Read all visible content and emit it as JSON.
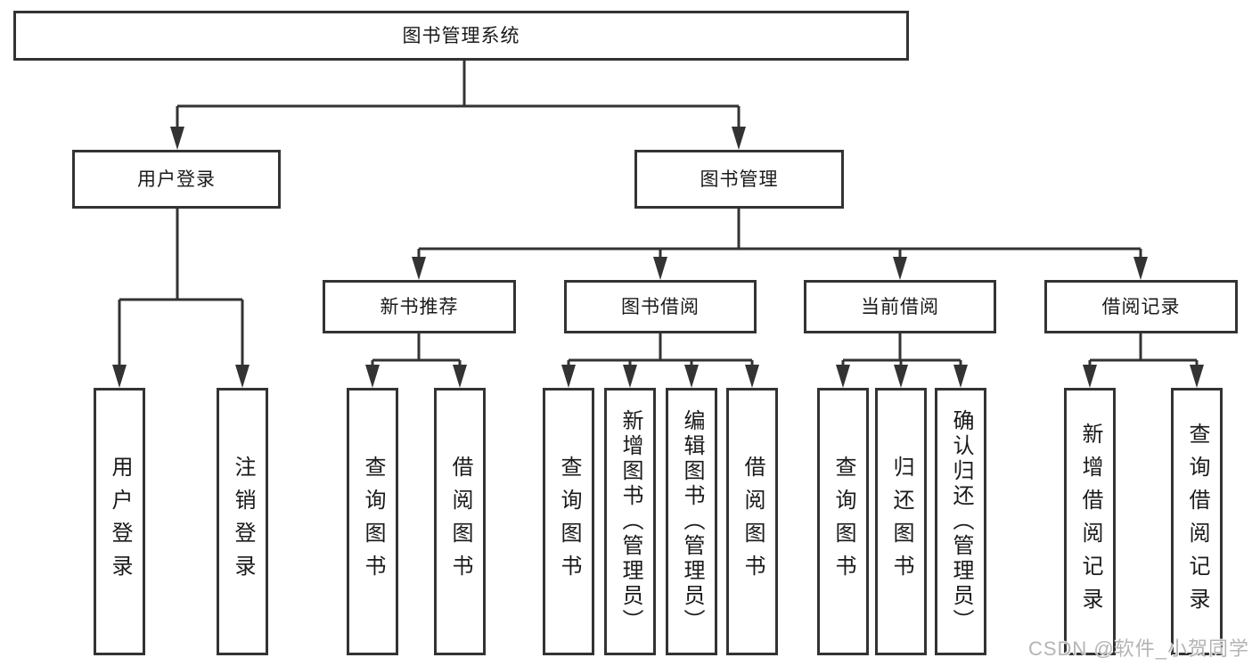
{
  "theme": {
    "background": "#ffffff",
    "box_bg": "#ffffff",
    "line_color": "#333333",
    "text_color": "#1a1a1a",
    "watermark_color": "#b4b4b4"
  },
  "tree": {
    "label": "图书管理系统",
    "children": [
      {
        "label": "用户登录",
        "children": [
          {
            "label": "用户登录"
          },
          {
            "label": "注销登录"
          }
        ]
      },
      {
        "label": "图书管理",
        "children": [
          {
            "label": "新书推荐",
            "children": [
              {
                "label": "查询图书"
              },
              {
                "label": "借阅图书"
              }
            ]
          },
          {
            "label": "图书借阅",
            "children": [
              {
                "label": "查询图书"
              },
              {
                "label": "新增图书（管理员）"
              },
              {
                "label": "编辑图书（管理员）"
              },
              {
                "label": "借阅图书"
              }
            ]
          },
          {
            "label": "当前借阅",
            "children": [
              {
                "label": "查询图书"
              },
              {
                "label": "归还图书"
              },
              {
                "label": "确认归还（管理员）"
              }
            ]
          },
          {
            "label": "借阅记录",
            "children": [
              {
                "label": "新增借阅记录"
              },
              {
                "label": "查询借阅记录"
              }
            ]
          }
        ]
      }
    ]
  },
  "watermark": {
    "text": "CSDN @软件_小贺同学"
  }
}
